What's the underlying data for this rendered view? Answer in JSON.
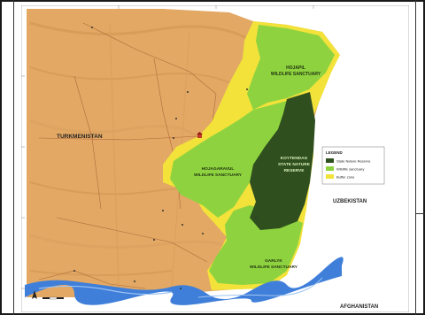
{
  "map": {
    "countries": {
      "turkmenistan": "TURKMENISTAN",
      "uzbekistan": "UZBEKISTAN",
      "afghanistan": "AFGHANISTAN"
    },
    "areas": {
      "hojapil": [
        "HOJAPIL",
        "WILDLIFE SANCTUARY"
      ],
      "koytendag": [
        "KOYTENDAG",
        "STATE NATURE",
        "RESERVE"
      ],
      "hojagaravul": [
        "HOJAGARAVUL",
        "WILDLIFE SANCTUARY"
      ],
      "garlyk": [
        "GARLYK",
        "WILDLIFE SANCTUARY"
      ]
    },
    "legend": {
      "title": "LEGEND",
      "items": [
        {
          "label": "State Nature Reserve",
          "color": "#2f4f1f"
        },
        {
          "label": "Wildlife sanctuary",
          "color": "#8ed33f"
        },
        {
          "label": "Buffer zone",
          "color": "#f2e23a"
        }
      ]
    },
    "colors": {
      "terrain": "#e3a864",
      "reserve": "#2f4f1f",
      "sanctuary": "#8ed33f",
      "buffer": "#f2e23a",
      "river": "#3f7fd9",
      "road": "#b06a3a"
    },
    "scale_icon": "north-arrow-icon"
  }
}
